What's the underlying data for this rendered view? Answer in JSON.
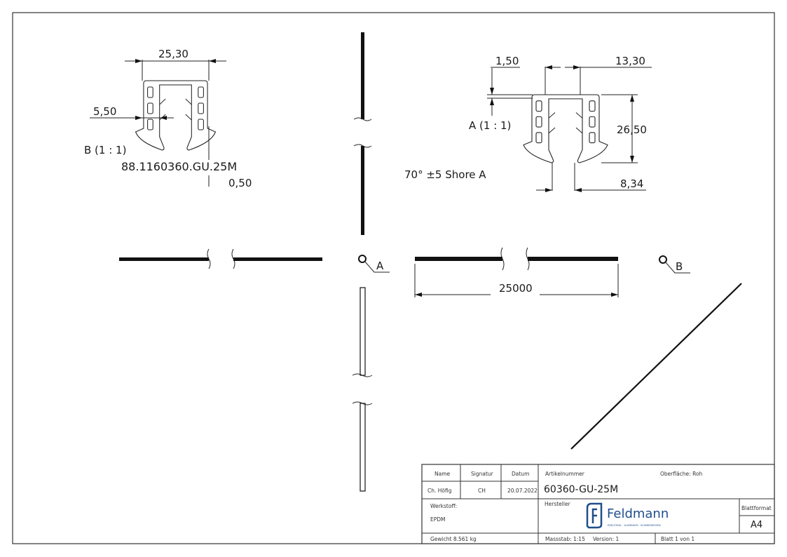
{
  "views": {
    "detail_b": {
      "label": "B (1 : 1)",
      "dim_width": "25,30",
      "dim_wall": "5,50",
      "part_code": "88.1160360.GU.25M",
      "dim_partial": "0,50"
    },
    "detail_a": {
      "label": "A (1 : 1)",
      "dim_top": "1,50",
      "dim_width": "13,30",
      "dim_height": "26,50",
      "dim_bottom": "8,34",
      "hardness": "70° ±5 Shore A"
    },
    "main": {
      "marker_a": "A",
      "marker_b": "B",
      "length": "25000"
    }
  },
  "title_block": {
    "headers": {
      "name": "Name",
      "signatur": "Signatur",
      "datum": "Datum"
    },
    "values": {
      "name": "Ch. Höfig",
      "signatur": "CH",
      "datum": "20.07.2022"
    },
    "artikelnummer_label": "Artikelnummer",
    "artikelnummer": "60360-GU-25M",
    "oberflaeche": "Oberfläche:  Roh",
    "werkstoff_label": "Werkstoff:",
    "werkstoff": "EPDM",
    "hersteller_label": "Hersteller",
    "logo_text": "Feldmann",
    "logo_tagline": "EDELSTAHL · ALUMINIUM · SCHMIEDEEISEN",
    "blattformat_label": "Blattformat",
    "blattformat": "A4",
    "gewicht": "Gewicht 8.561 kg",
    "massstab": "Massstab: 1:15",
    "version": "Version: 1",
    "blatt": "Blatt 1 von 1",
    "brand_color": "#1f4e8c"
  }
}
